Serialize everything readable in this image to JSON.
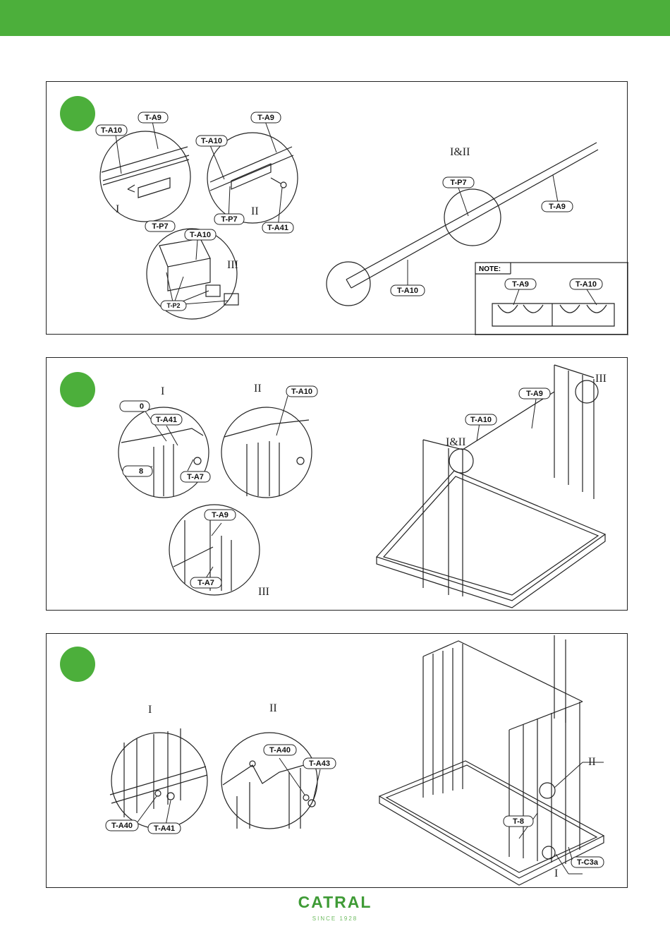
{
  "brand": {
    "name": "CATRAL",
    "tagline": "SINCE 1928",
    "accent_color": "#4caf3b"
  },
  "panel1": {
    "labels": {
      "ta10_a": "T-A10",
      "ta9_a": "T-A9",
      "ta10_b": "T-A10",
      "ta9_b": "T-A9",
      "tp7_a": "T-P7",
      "tp7_b": "T-P7",
      "ta41": "T-A41",
      "ta10_c": "T-A10",
      "tp2": "T-P2",
      "tp7_main": "T-P7",
      "ta9_main": "T-A9",
      "ta10_main": "T-A10",
      "note": "NOTE:",
      "note_ta9": "T-A9",
      "note_ta10": "T-A10"
    },
    "romans": {
      "i": "I",
      "ii": "II",
      "iii": "III",
      "iii_main": "I&II"
    }
  },
  "panel2": {
    "labels": {
      "zero": "0",
      "ta41": "T-A41",
      "eight": "8",
      "ta7_a": "T-A7",
      "ta10_ii": "T-A10",
      "ta9_iii": "T-A9",
      "ta7_b": "T-A7",
      "ta9_main": "T-A9",
      "ta10_main": "T-A10"
    },
    "romans": {
      "i": "I",
      "ii": "II",
      "iii": "III",
      "iii_main": "III",
      "iii_detail": "I&II"
    }
  },
  "panel3": {
    "labels": {
      "ta40_a": "T-A40",
      "ta41": "T-A41",
      "ta40_b": "T-A40",
      "ta43": "T-A43",
      "t8": "T-8",
      "tc3a": "T-C3a"
    },
    "romans": {
      "i": "I",
      "ii": "II",
      "ii_main": "II",
      "i_main": "I"
    }
  }
}
